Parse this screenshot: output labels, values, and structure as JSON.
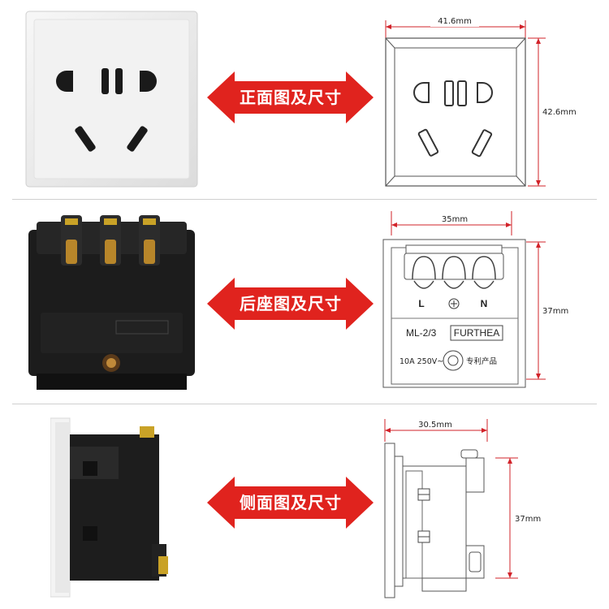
{
  "rows": [
    {
      "label": "正面图及尺寸",
      "dim_width": "41.6mm",
      "dim_height": "42.6mm"
    },
    {
      "label": "后座图及尺寸",
      "dim_width": "35mm",
      "dim_height": "37mm",
      "terminal_L": "L",
      "terminal_N": "N",
      "model": "ML-2/3",
      "brand": "FURTHEA",
      "rating": "10A 250V~",
      "patent": "专利产品"
    },
    {
      "label": "侧面图及尺寸",
      "dim_width": "30.5mm",
      "dim_height": "37mm"
    }
  ],
  "colors": {
    "arrow": "#e0231e",
    "dimension": "#d2232a",
    "outline": "#555555"
  }
}
